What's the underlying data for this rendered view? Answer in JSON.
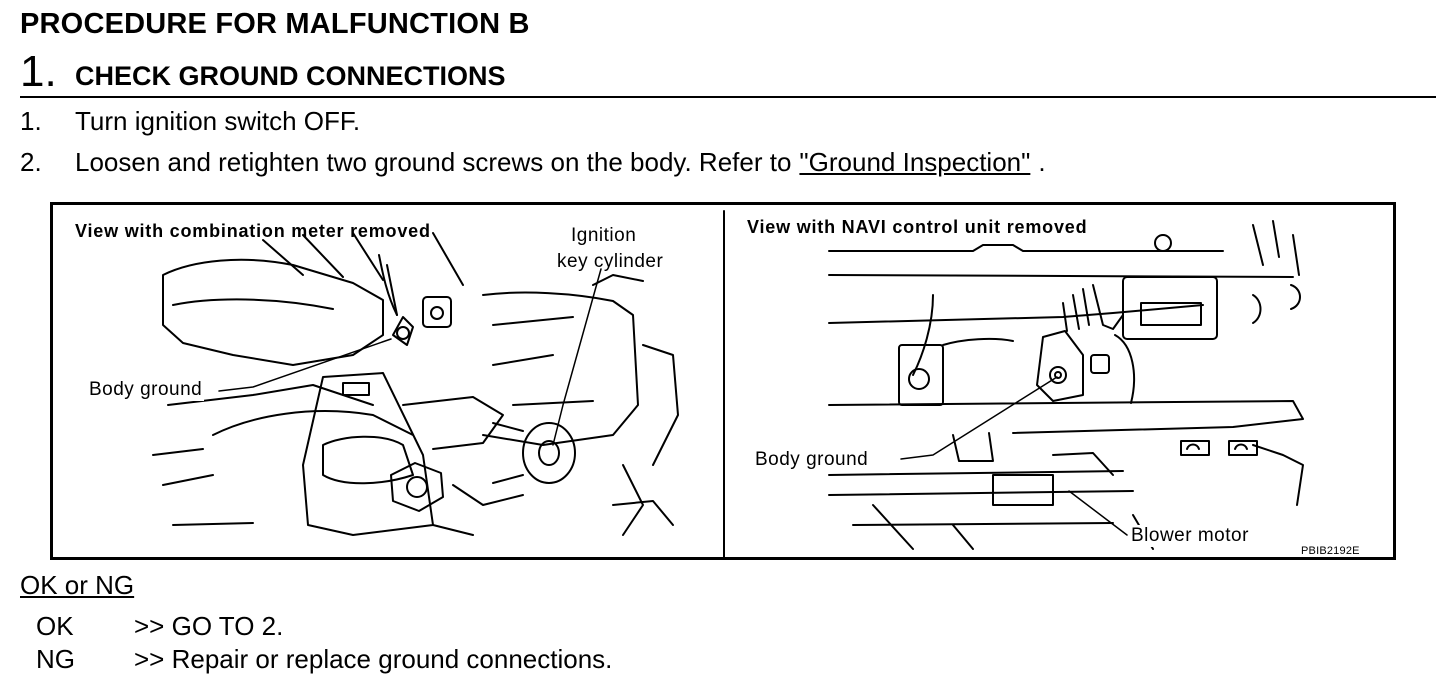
{
  "procedure_title": "PROCEDURE FOR MALFUNCTION B",
  "step": {
    "number": "1.",
    "title": "CHECK GROUND CONNECTIONS"
  },
  "instructions": [
    {
      "num": "1.",
      "text": "Turn ignition switch OFF."
    },
    {
      "num": "2.",
      "text": "Loosen and retighten two ground screws on the body. Refer to",
      "link": "\"Ground Inspection\"",
      "suffix": "."
    }
  ],
  "figure": {
    "left_view_title": "View with combination meter removed",
    "left_label_key_1": "Ignition",
    "left_label_key_2": "key cylinder",
    "left_label_ground": "Body ground",
    "right_view_title": "View with NAVI control unit removed",
    "right_label_ground": "Body ground",
    "right_label_blower": "Blower motor",
    "figure_code": "PBIB2192E"
  },
  "result": {
    "heading": "OK or NG",
    "rows": [
      {
        "key": "OK",
        "value": ">> GO TO 2."
      },
      {
        "key": "NG",
        "value": ">> Repair or replace ground connections."
      }
    ]
  }
}
